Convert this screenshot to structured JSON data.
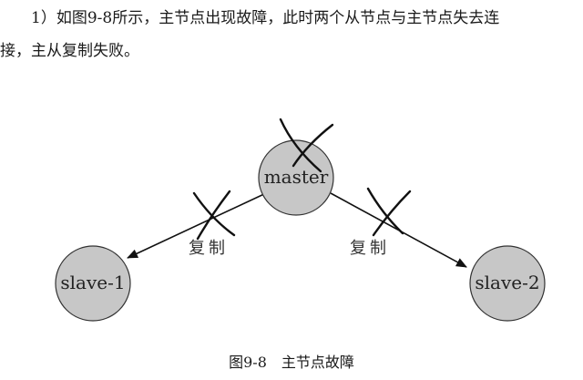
{
  "paragraph": {
    "line1": "1）如图9-8所示，主节点出现故障，此时两个从节点与主节点失去连",
    "line2": "接，主从复制失败。"
  },
  "diagram": {
    "nodes": {
      "master": "master",
      "slave1": "slave-1",
      "slave2": "slave-2"
    },
    "edges": {
      "left_label": "复制",
      "right_label": "复制"
    },
    "node_fill": "#c7c7c7",
    "stroke_color": "#111111"
  },
  "caption": "图9-8　主节点故障"
}
